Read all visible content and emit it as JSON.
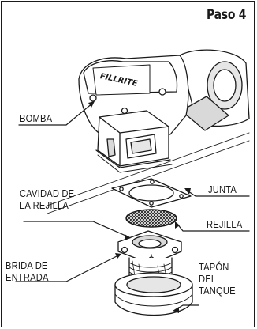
{
  "header": {
    "step_title": "Paso 4"
  },
  "labels": {
    "pump": "BOMBA",
    "gasket": "JUNTA",
    "screen_cavity": "CAVIDAD DE\nLA REJILLA",
    "screen": "REJILLA",
    "inlet_flange": "BRIDA DE\nENTRADA",
    "tank_bung": "TAPÓN\nDEL\nTANQUE"
  },
  "pump_brand": "FILL-RITE",
  "colors": {
    "ink": "#1a1a1a",
    "paper": "#ffffff",
    "shade": "#d9d9d9"
  }
}
